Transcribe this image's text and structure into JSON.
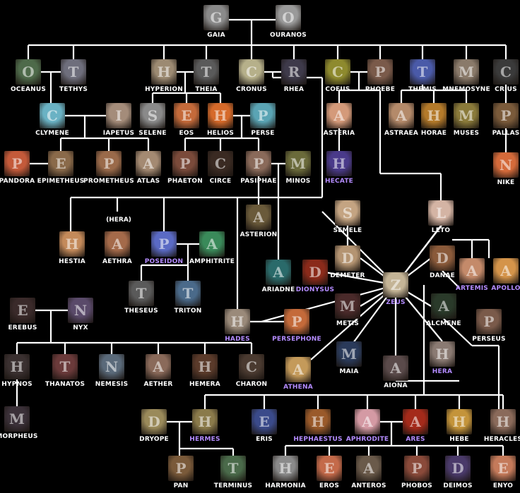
{
  "colors": {
    "background": "#000000",
    "line": "#ffffff",
    "label": "#ffffff",
    "olympian": "#b48cff"
  },
  "note": "(HERA)",
  "nodes": [
    {
      "id": "gaia",
      "label": "GAIA",
      "color": "#8a8a8a",
      "initial": "G"
    },
    {
      "id": "ouranos",
      "label": "OURANOS",
      "color": "#9a9a9a",
      "initial": "O"
    },
    {
      "id": "oceanus",
      "label": "OCEANUS",
      "color": "#4e6a4a",
      "initial": "O"
    },
    {
      "id": "tethys",
      "label": "TETHYS",
      "color": "#6e6e7c",
      "initial": "T"
    },
    {
      "id": "hyperion",
      "label": "HYPERION",
      "color": "#9c8a72",
      "initial": "H"
    },
    {
      "id": "theia",
      "label": "THEIA",
      "color": "#5a5a5a",
      "initial": "T"
    },
    {
      "id": "cronus",
      "label": "CRONUS",
      "color": "#b6b08a",
      "initial": "C"
    },
    {
      "id": "rhea",
      "label": "RHEA",
      "color": "#3e3a4a",
      "initial": "R"
    },
    {
      "id": "coeus",
      "label": "COEUS",
      "color": "#8e8a2e",
      "initial": "C"
    },
    {
      "id": "phoebe",
      "label": "PHOEBE",
      "color": "#7a5a4a",
      "initial": "P"
    },
    {
      "id": "themis",
      "label": "THEMIS",
      "color": "#4a5aa8",
      "initial": "T"
    },
    {
      "id": "mnemosyne",
      "label": "MNEMOSYNE",
      "color": "#8a7a6a",
      "initial": "M"
    },
    {
      "id": "crius",
      "label": "CRIUS",
      "color": "#3a3a3a",
      "initial": "C"
    },
    {
      "id": "clymene",
      "label": "CLYMENE",
      "color": "#6ab2c4",
      "initial": "C"
    },
    {
      "id": "iapetus",
      "label": "IAPETUS",
      "color": "#a48c7a",
      "initial": "I"
    },
    {
      "id": "selene",
      "label": "SELENE",
      "color": "#8a8a8a",
      "initial": "S"
    },
    {
      "id": "eos",
      "label": "EOS",
      "color": "#c46a3a",
      "initial": "E"
    },
    {
      "id": "helios",
      "label": "HELIOS",
      "color": "#d66a2a",
      "initial": "H"
    },
    {
      "id": "perse",
      "label": "PERSE",
      "color": "#5aa4b4",
      "initial": "P"
    },
    {
      "id": "asteria",
      "label": "ASTERIA",
      "color": "#d49a7a",
      "initial": "A"
    },
    {
      "id": "astraea",
      "label": "ASTRAEA",
      "color": "#b48a6a",
      "initial": "A"
    },
    {
      "id": "horae",
      "label": "HORAE",
      "color": "#b47a2a",
      "initial": "H"
    },
    {
      "id": "muses",
      "label": "MUSES",
      "color": "#8a7a3a",
      "initial": "M"
    },
    {
      "id": "pallas",
      "label": "PALLAS",
      "color": "#7a5a3a",
      "initial": "P"
    },
    {
      "id": "pandora",
      "label": "PANDORA",
      "color": "#c45a3a",
      "initial": "P"
    },
    {
      "id": "epimetheus",
      "label": "EPIMETHEUS",
      "color": "#8a6a4a",
      "initial": "E"
    },
    {
      "id": "prometheus",
      "label": "PROMETHEUS",
      "color": "#9a6a4a",
      "initial": "P"
    },
    {
      "id": "atlas",
      "label": "ATLAS",
      "color": "#a48a72",
      "initial": "A"
    },
    {
      "id": "phaeton",
      "label": "PHAETON",
      "color": "#7a4a3a",
      "initial": "P"
    },
    {
      "id": "circe",
      "label": "CIRCE",
      "color": "#3a2a22",
      "initial": "C"
    },
    {
      "id": "pasiphae",
      "label": "PASIPHAE",
      "color": "#8a6a5a",
      "initial": "P"
    },
    {
      "id": "minos",
      "label": "MINOS",
      "color": "#6a6a3a",
      "initial": "M"
    },
    {
      "id": "hecate",
      "label": "HECATE",
      "color": "#4a3a8a",
      "initial": "H",
      "olympian": true
    },
    {
      "id": "nike",
      "label": "NIKE",
      "color": "#d46a3a",
      "initial": "N"
    },
    {
      "id": "asterion",
      "label": "ASTERION",
      "color": "#6a5a3a",
      "initial": "A"
    },
    {
      "id": "semele",
      "label": "SEMELE",
      "color": "#c4a482",
      "initial": "S"
    },
    {
      "id": "leto",
      "label": "LETO",
      "color": "#d4b4a4",
      "initial": "L"
    },
    {
      "id": "hestia",
      "label": "HESTIA",
      "color": "#c48a5a",
      "initial": "H"
    },
    {
      "id": "aethra",
      "label": "AETHRA",
      "color": "#a46a4a",
      "initial": "A"
    },
    {
      "id": "poseidon",
      "label": "POSEIDON",
      "color": "#5a6ac4",
      "initial": "P",
      "olympian": true
    },
    {
      "id": "amphitrite",
      "label": "AMPHITRITE",
      "color": "#3a8a5a",
      "initial": "A"
    },
    {
      "id": "theseus",
      "label": "THESEUS",
      "color": "#5a5a5a",
      "initial": "T"
    },
    {
      "id": "triton",
      "label": "TRITON",
      "color": "#4a6a8a",
      "initial": "T"
    },
    {
      "id": "ariadne",
      "label": "ARIADNE",
      "color": "#2a6a6a",
      "initial": "A"
    },
    {
      "id": "dionysus",
      "label": "DIONYSUS",
      "color": "#8a2a1a",
      "initial": "D",
      "olympian": true
    },
    {
      "id": "demeter",
      "label": "DEMETER",
      "color": "#b49472",
      "initial": "D"
    },
    {
      "id": "zeus",
      "label": "ZEUS",
      "color": "#c4b496",
      "initial": "Z",
      "olympian": true
    },
    {
      "id": "danae",
      "label": "DANAE",
      "color": "#8a5a3a",
      "initial": "D"
    },
    {
      "id": "artemis",
      "label": "ARTEMIS",
      "color": "#c48a6a",
      "initial": "A",
      "olympian": true
    },
    {
      "id": "apollo",
      "label": "APOLLO",
      "color": "#d4944a",
      "initial": "A",
      "olympian": true
    },
    {
      "id": "erebus",
      "label": "EREBUS",
      "color": "#3a2a2a",
      "initial": "E"
    },
    {
      "id": "nyx",
      "label": "NYX",
      "color": "#5a4a6a",
      "initial": "N"
    },
    {
      "id": "hades",
      "label": "HADES",
      "color": "#9a8a7a",
      "initial": "H",
      "olympian": true
    },
    {
      "id": "persephone",
      "label": "PERSEPHONE",
      "color": "#c46a3a",
      "initial": "P",
      "olympian": true
    },
    {
      "id": "metis",
      "label": "METIS",
      "color": "#4a2a2a",
      "initial": "M"
    },
    {
      "id": "alcmene",
      "label": "ALCMENE",
      "color": "#2a3a2a",
      "initial": "A"
    },
    {
      "id": "perseus",
      "label": "PERSEUS",
      "color": "#7a5a4a",
      "initial": "P"
    },
    {
      "id": "hypnos",
      "label": "HYPNOS",
      "color": "#3a3030",
      "initial": "H"
    },
    {
      "id": "thanatos",
      "label": "THANATOS",
      "color": "#6a3a3a",
      "initial": "T"
    },
    {
      "id": "nemesis",
      "label": "NEMESIS",
      "color": "#5a6a7a",
      "initial": "N"
    },
    {
      "id": "aether",
      "label": "AETHER",
      "color": "#8a6a5a",
      "initial": "A"
    },
    {
      "id": "hemera",
      "label": "HEMERA",
      "color": "#5a3a2a",
      "initial": "H"
    },
    {
      "id": "charon",
      "label": "CHARON",
      "color": "#4a3a30",
      "initial": "C"
    },
    {
      "id": "athena",
      "label": "ATHENA",
      "color": "#c49a5a",
      "initial": "A",
      "olympian": true
    },
    {
      "id": "maia",
      "label": "MAIA",
      "color": "#2a3a5a",
      "initial": "M"
    },
    {
      "id": "aiona",
      "label": "AIONA",
      "color": "#5a4a4a",
      "initial": "A"
    },
    {
      "id": "hera",
      "label": "HERA",
      "color": "#8a7a72",
      "initial": "H",
      "olympian": true
    },
    {
      "id": "morpheus",
      "label": "MORPHEUS",
      "color": "#3a3038",
      "initial": "M"
    },
    {
      "id": "dryope",
      "label": "DRYOPE",
      "color": "#9a8a5a",
      "initial": "D"
    },
    {
      "id": "hermes",
      "label": "HERMES",
      "color": "#8a7a4a",
      "initial": "H",
      "olympian": true
    },
    {
      "id": "eris",
      "label": "ERIS",
      "color": "#3a4a8a",
      "initial": "E"
    },
    {
      "id": "hephaestus",
      "label": "HEPHAESTUS",
      "color": "#9a5a2a",
      "initial": "H",
      "olympian": true
    },
    {
      "id": "aphrodite",
      "label": "APHRODITE",
      "color": "#d49aa4",
      "initial": "A",
      "olympian": true
    },
    {
      "id": "ares",
      "label": "ARES",
      "color": "#a42a1a",
      "initial": "A",
      "olympian": true
    },
    {
      "id": "hebe",
      "label": "HEBE",
      "color": "#c4943a",
      "initial": "H"
    },
    {
      "id": "heracles",
      "label": "HERACLES",
      "color": "#8a6a5a",
      "initial": "H"
    },
    {
      "id": "pan",
      "label": "PAN",
      "color": "#7a5a3a",
      "initial": "P"
    },
    {
      "id": "terminus",
      "label": "TERMINUS",
      "color": "#4a6a4a",
      "initial": "T"
    },
    {
      "id": "harmonia",
      "label": "HARMONIA",
      "color": "#8a8a8a",
      "initial": "H"
    },
    {
      "id": "eros",
      "label": "EROS",
      "color": "#c46a4a",
      "initial": "E"
    },
    {
      "id": "anteros",
      "label": "ANTEROS",
      "color": "#6a5a4a",
      "initial": "A"
    },
    {
      "id": "phobos",
      "label": "PHOBOS",
      "color": "#8a4a3a",
      "initial": "P"
    },
    {
      "id": "deimos",
      "label": "DEIMOS",
      "color": "#4a3a6a",
      "initial": "D"
    },
    {
      "id": "enyo",
      "label": "ENYO",
      "color": "#c47a5a",
      "initial": "E"
    }
  ]
}
